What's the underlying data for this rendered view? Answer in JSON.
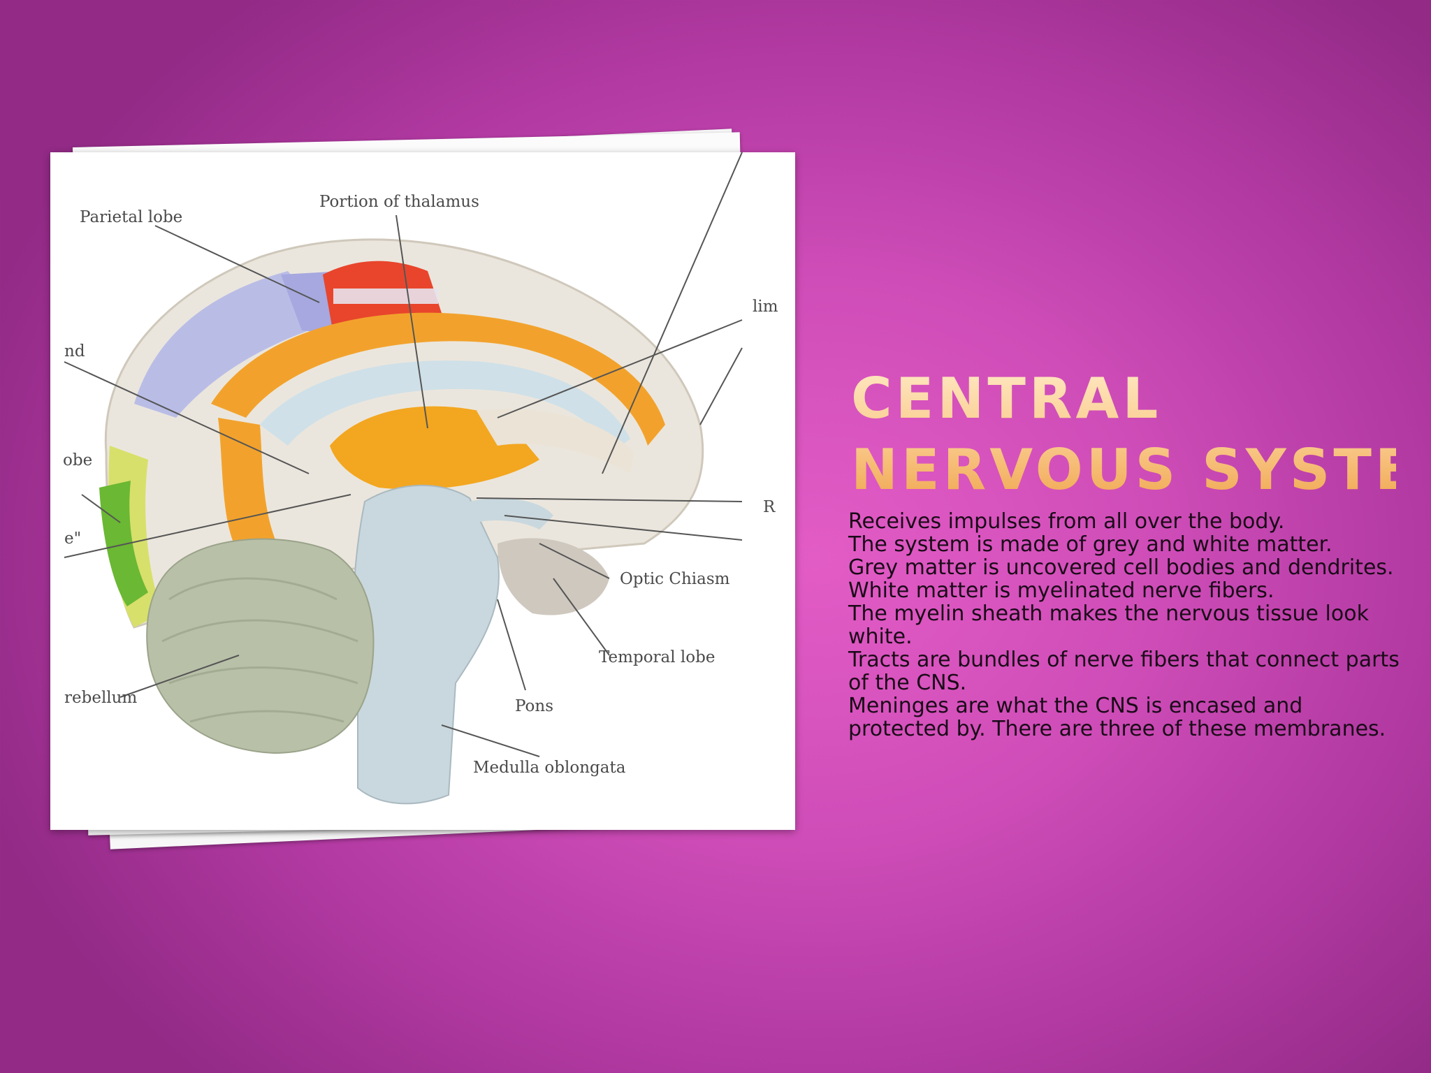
{
  "slide": {
    "title_line1": "Central",
    "title_line2": "Nervous System",
    "bullets": [
      "Receives impulses from all over the body.",
      "The system is made of grey and white matter.",
      "Grey matter is uncovered cell bodies and dendrites.",
      "White matter is myelinated nerve fibers.",
      "The myelin sheath makes the nervous tissue look white.",
      "Tracts are bundles of nerve fibers that connect parts of the CNS.",
      "Meninges are what the CNS is encased and protected by. There are three of these membranes."
    ]
  },
  "diagram": {
    "labels": {
      "parietal": "Parietal lobe",
      "thalamus": "Portion of thalamus",
      "limbic": "lim",
      "frontal_partial": "nd",
      "occipital_partial": "obe",
      "quote_partial": "e\"",
      "r_partial": "R",
      "optic": "Optic Chiasm",
      "temporal": "Temporal lobe",
      "cerebellum": "rebellum",
      "pons": "Pons",
      "medulla": "Medulla oblongata"
    }
  },
  "colors": {
    "background": "#cf4db8",
    "title": "#fbd19a",
    "body_text": "#1a0a18"
  }
}
